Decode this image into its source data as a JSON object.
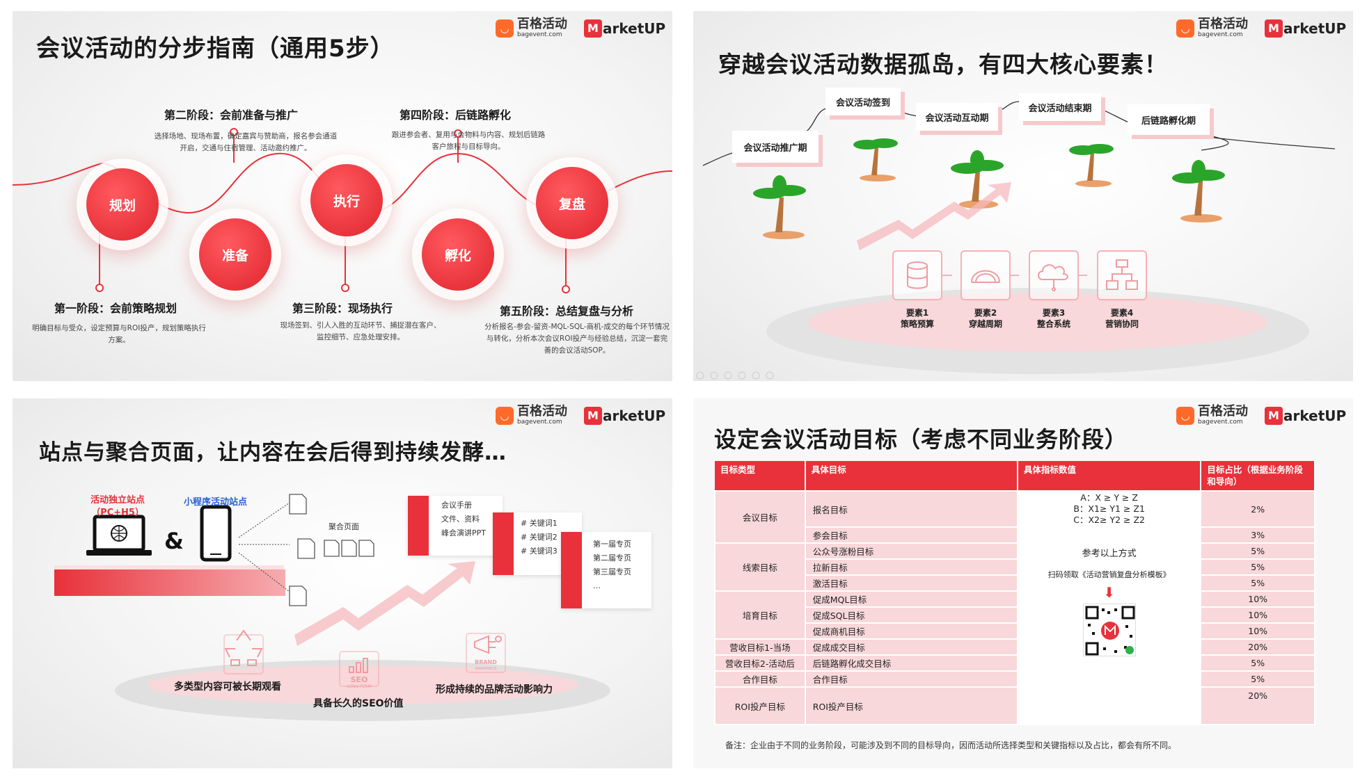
{
  "logos": {
    "bagevent_cn": "百格活动",
    "bagevent_en": "bagevent.com",
    "marketup": "arketUP"
  },
  "slide1": {
    "title": "会议活动的分步指南（通用5步）",
    "circles": [
      "规划",
      "准备",
      "执行",
      "孵化",
      "复盘"
    ],
    "phases": [
      {
        "title": "第一阶段：会前策略规划",
        "desc": "明确目标与受众，设定预算与ROI投产，规划策略执行方案。"
      },
      {
        "title": "第二阶段：会前准备与推广",
        "desc": "选择场地、现场布置，确定嘉宾与赞助商，报名参会通道开启，交通与住宿管理、活动邀约推广。"
      },
      {
        "title": "第三阶段：现场执行",
        "desc": "现场签到、引人入胜的互动环节、捕捉潜在客户、监控细节、应急处理安排。"
      },
      {
        "title": "第四阶段：后链路孵化",
        "desc": "跟进参会者、复用与会物料与内容、规划后链路客户旅程与目标导向。"
      },
      {
        "title": "第五阶段：总结复盘与分析",
        "desc": "分析报名-参会-留资-MQL-SQL-商机-成交的每个环节情况与转化，分析本次会议ROI投产与经验总结，沉淀一套完善的会议活动SOP。"
      }
    ]
  },
  "slide2": {
    "title": "穿越会议活动数据孤岛，有四大核心要素！",
    "stages": [
      "会议活动推广期",
      "会议活动签到",
      "会议活动互动期",
      "会议活动结束期",
      "后链路孵化期"
    ],
    "elements": [
      {
        "num": "要素1",
        "name": "策略预算"
      },
      {
        "num": "要素2",
        "name": "穿越周期"
      },
      {
        "num": "要素3",
        "name": "整合系统"
      },
      {
        "num": "要素4",
        "name": "营销协同"
      }
    ]
  },
  "slide3": {
    "title": "站点与聚合页面，让内容在会后得到持续发酵…",
    "site_red": "活动独立站点",
    "site_red_sub": "（PC+H5）",
    "site_blue": "小程序活动站点",
    "amp": "&",
    "agg_label": "聚合页面",
    "doc1": [
      "会议手册",
      "文件、资料",
      "峰会演讲PPT"
    ],
    "doc2": [
      "# 关键词1",
      "# 关键词2",
      "# 关键词3"
    ],
    "doc3": [
      "第一届专页",
      "第二届专页",
      "第三届专页",
      "…"
    ],
    "bottom": [
      "多类型内容可被长期观看",
      "具备长久的SEO价值",
      "形成持续的品牌活动影响力"
    ],
    "icon_seo": "SEO",
    "icon_seo_sub": "LONG-TERM",
    "icon_brand": "BRAND",
    "icon_brand_sub": "AWARENESS"
  },
  "slide4": {
    "title": "设定会议活动目标（考虑不同业务阶段）",
    "headers": [
      "目标类型",
      "具体目标",
      "具体指标数值",
      "目标占比（根据业务阶段和导向）"
    ],
    "rows": [
      {
        "type": "会议目标",
        "goal": "报名目标",
        "pct": "2%"
      },
      {
        "type": "",
        "goal": "参会目标",
        "pct": "3%"
      },
      {
        "type": "线索目标",
        "goal": "公众号涨粉目标",
        "pct": "5%"
      },
      {
        "type": "",
        "goal": "拉新目标",
        "pct": "5%"
      },
      {
        "type": "",
        "goal": "激活目标",
        "pct": "5%"
      },
      {
        "type": "培育目标",
        "goal": "促成MQL目标",
        "pct": "10%"
      },
      {
        "type": "",
        "goal": "促成SQL目标",
        "pct": "10%"
      },
      {
        "type": "",
        "goal": "促成商机目标",
        "pct": "10%"
      },
      {
        "type": "营收目标1-当场",
        "goal": "促成成交目标",
        "pct": "20%"
      },
      {
        "type": "营收目标2-活动后",
        "goal": "后链路孵化成交目标",
        "pct": "5%"
      },
      {
        "type": "合作目标",
        "goal": "合作目标",
        "pct": "5%"
      },
      {
        "type": "ROI投产目标",
        "goal": "ROI投产目标",
        "pct": "20%"
      }
    ],
    "metric_lines": [
      "A：X ≥ Y ≥ Z",
      "B：X1≥ Y1 ≥ Z1",
      "C：X2≥ Y2 ≥ Z2"
    ],
    "ref_text": "参考以上方式",
    "qr_text": "扫码领取《活动营销复盘分析模板》",
    "note": "备注：企业由于不同的业务阶段，可能涉及到不同的目标导向，因而活动所选择类型和关键指标以及占比，都会有所不同。"
  }
}
